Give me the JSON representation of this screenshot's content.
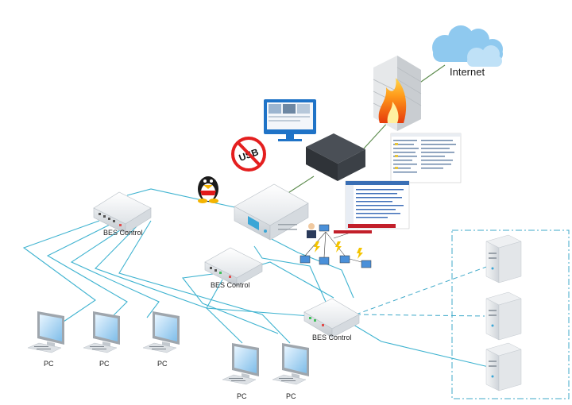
{
  "labels": {
    "internet": "Internet",
    "bes_control_1": "BES Control",
    "bes_control_2": "BES Control",
    "bes_control_3": "BES Control",
    "pc_1": "PC",
    "pc_2": "PC",
    "pc_3": "PC",
    "pc_4": "PC",
    "pc_5": "PC"
  },
  "colors": {
    "link": "#3fb3d0",
    "dark_link": "#5a8a4a",
    "cloud": "#8fc9ef",
    "server_group_border": "#3fa9c9"
  },
  "icons": [
    "cloud-icon",
    "firewall-icon",
    "monitor-icon",
    "usb-forbidden-icon",
    "penguin-icon",
    "server-box-icon",
    "pc-icon",
    "tower-server-icon",
    "screenshot-thumbnail"
  ]
}
